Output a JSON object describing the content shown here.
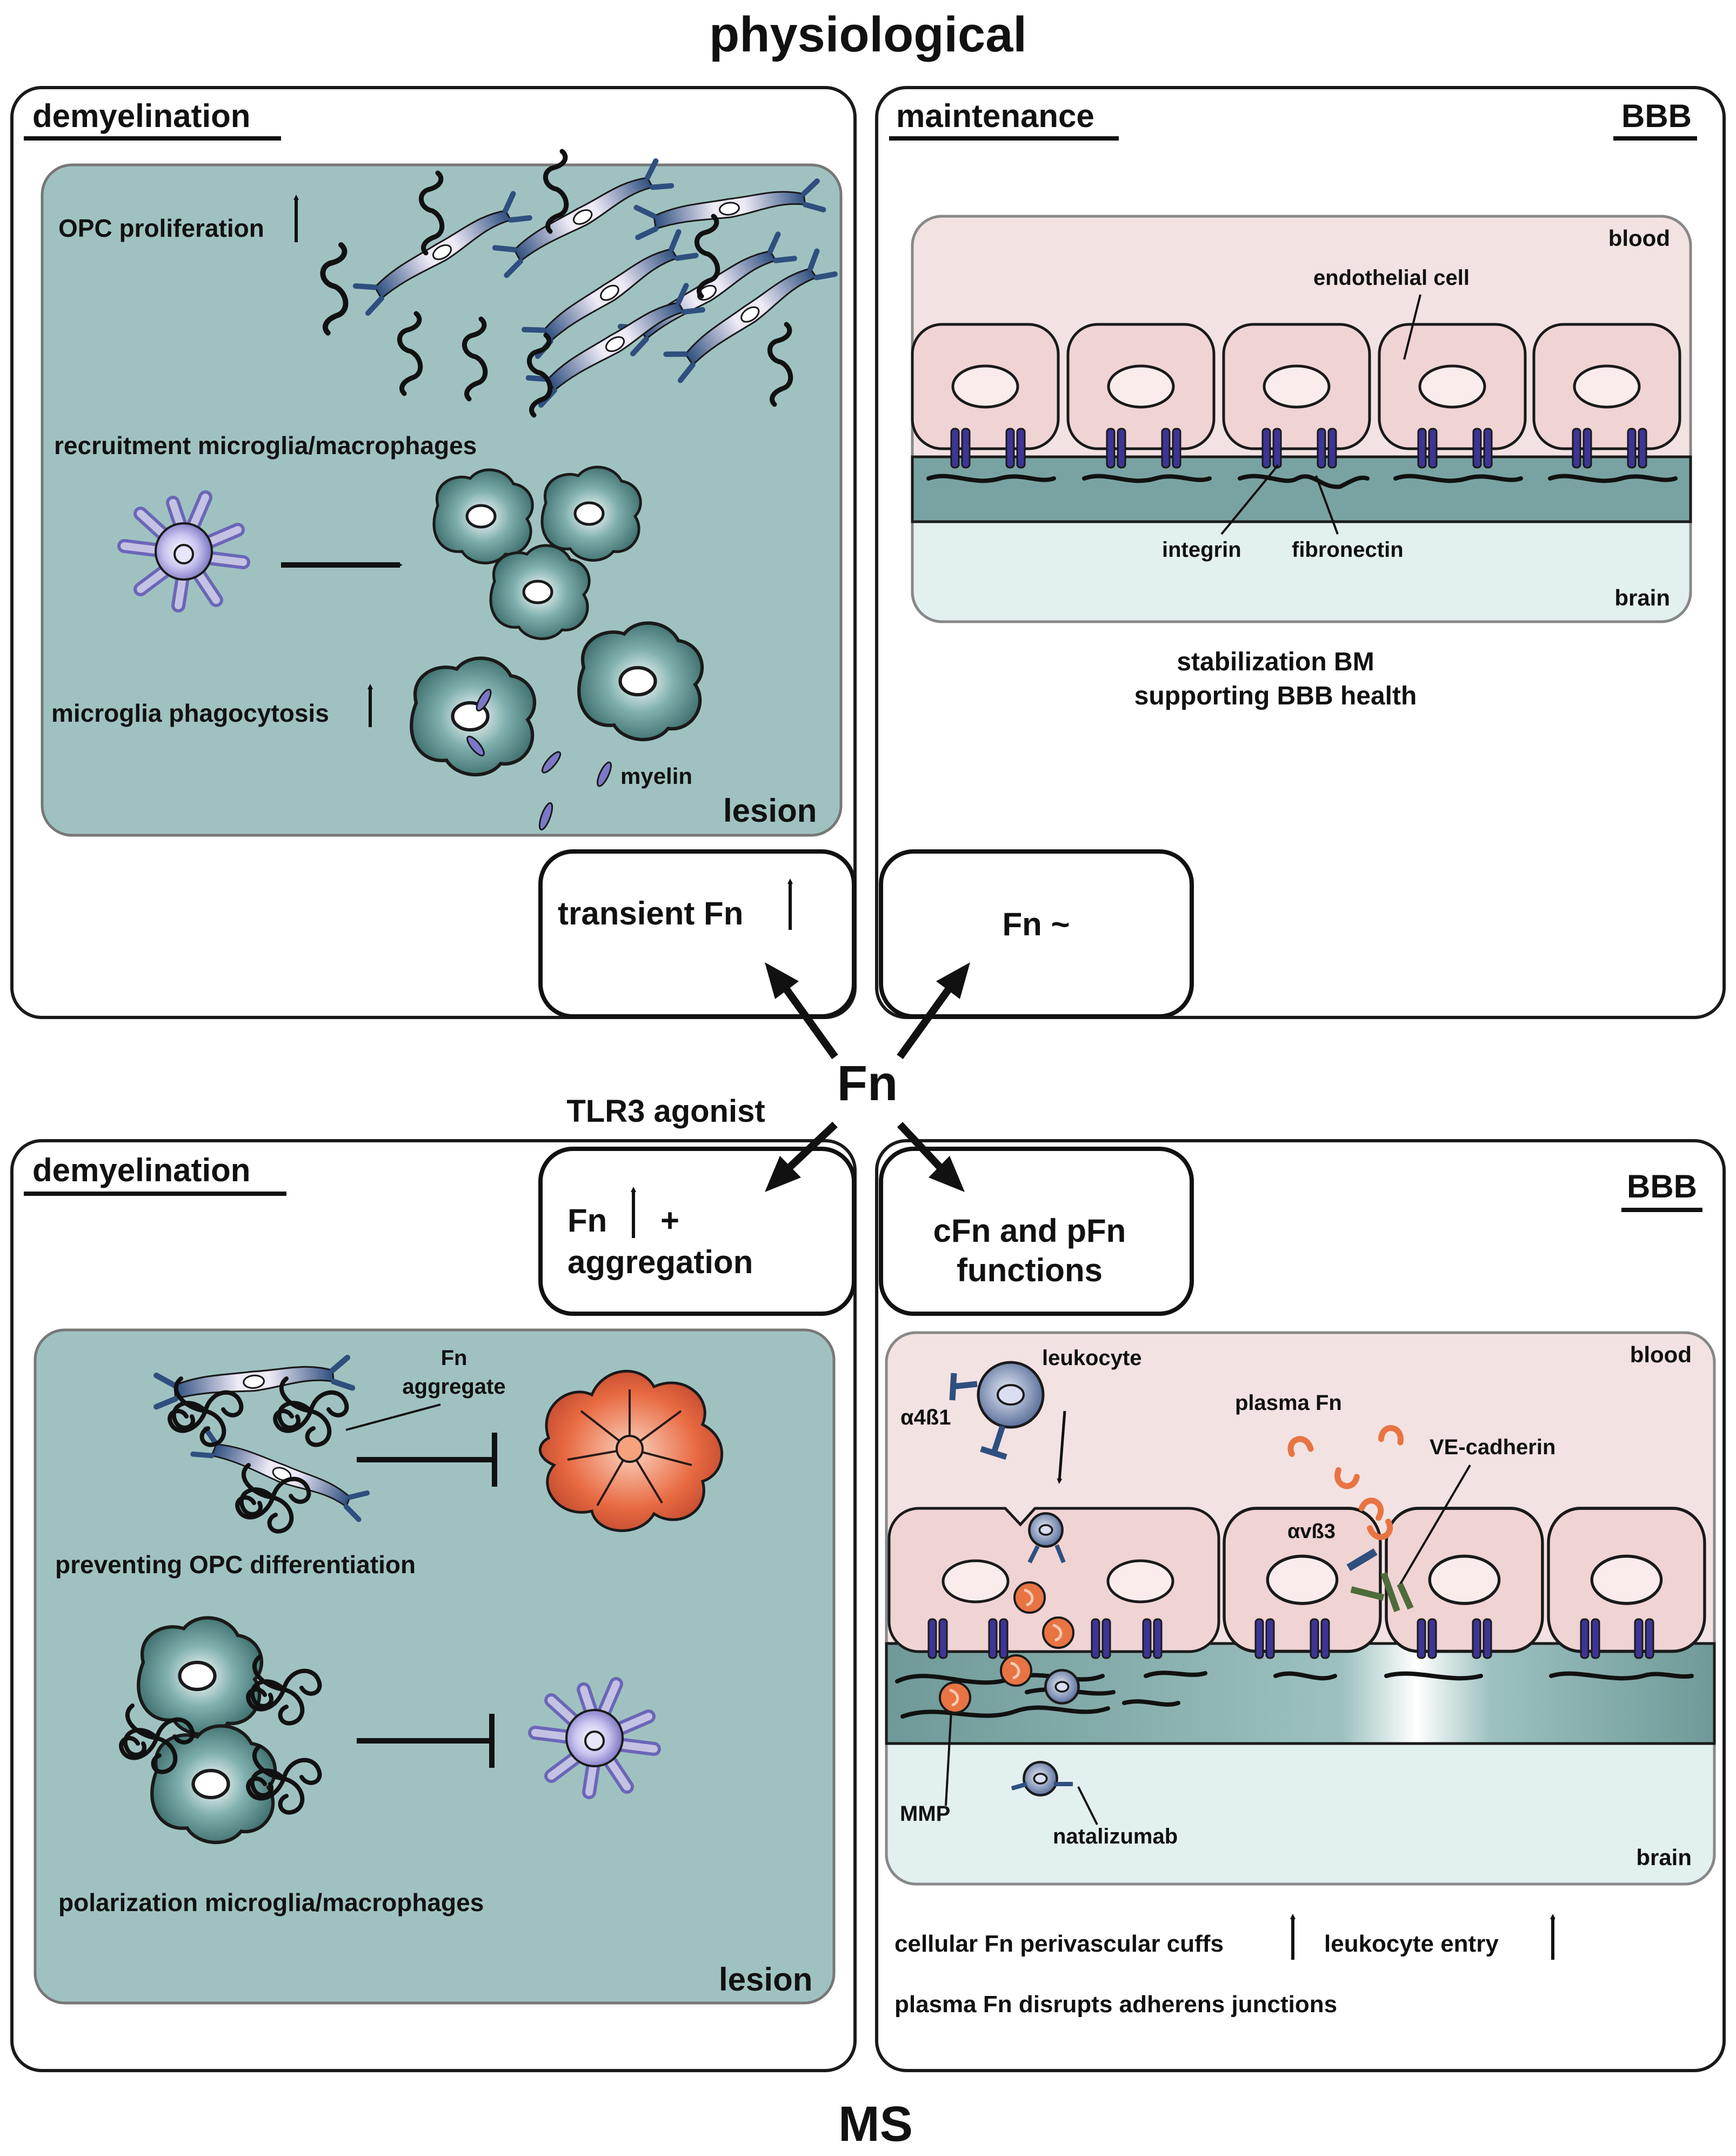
{
  "header": {
    "top_title": "physiological",
    "bottom_title": "MS"
  },
  "center": {
    "fn": "Fn",
    "tlr3": "TLR3 agonist"
  },
  "colors": {
    "lesion_bg": "#9fc2c1",
    "blood_bg": "#f3e2e2",
    "brain_bg": "#e3f0f0",
    "bm": "#79a3a2",
    "endothelial": "#f0d3d3",
    "integrin": "#3d3596",
    "opc": "#2f4f7f",
    "microglia": "#356d6c",
    "plasma_fn": "#e87443",
    "leukocyte": "#4f6694",
    "ve_cadherin": "#4e6b3b"
  },
  "panel_tl": {
    "title": "demyelination",
    "opc": "OPC proliferation",
    "recruit": "recruitment microglia/macrophages",
    "phago": "microglia phagocytosis",
    "myelin": "myelin",
    "lesion": "lesion",
    "box": "transient Fn"
  },
  "panel_tr": {
    "title": "maintenance",
    "bbb": "BBB",
    "blood": "blood",
    "endo": "endothelial cell",
    "integrin": "integrin",
    "fibronectin": "fibronectin",
    "brain": "brain",
    "stab1": "stabilization BM",
    "stab2": "supporting BBB health",
    "box": "Fn ~"
  },
  "panel_bl": {
    "title": "demyelination",
    "box_line1": "Fn",
    "box_line1b": "+",
    "box_line2": "aggregation",
    "agg1": "Fn",
    "agg2": "aggregate",
    "opc": "preventing OPC differentiation",
    "polar": "polarization microglia/macrophages",
    "lesion": "lesion"
  },
  "panel_br": {
    "bbb": "BBB",
    "box_line1": "cFn and pFn",
    "box_line2": "functions",
    "blood": "blood",
    "leuko": "leukocyte",
    "a4b1": "α4ß1",
    "plasma": "plasma Fn",
    "vecad": "VE-cadherin",
    "avb3": "αvß3",
    "mmp": "MMP",
    "nat": "natalizumab",
    "brain": "brain",
    "bottom1": "cellular Fn perivascular cuffs",
    "bottom2": "leukocyte entry",
    "bottom3": "plasma Fn disrupts adherens junctions"
  }
}
